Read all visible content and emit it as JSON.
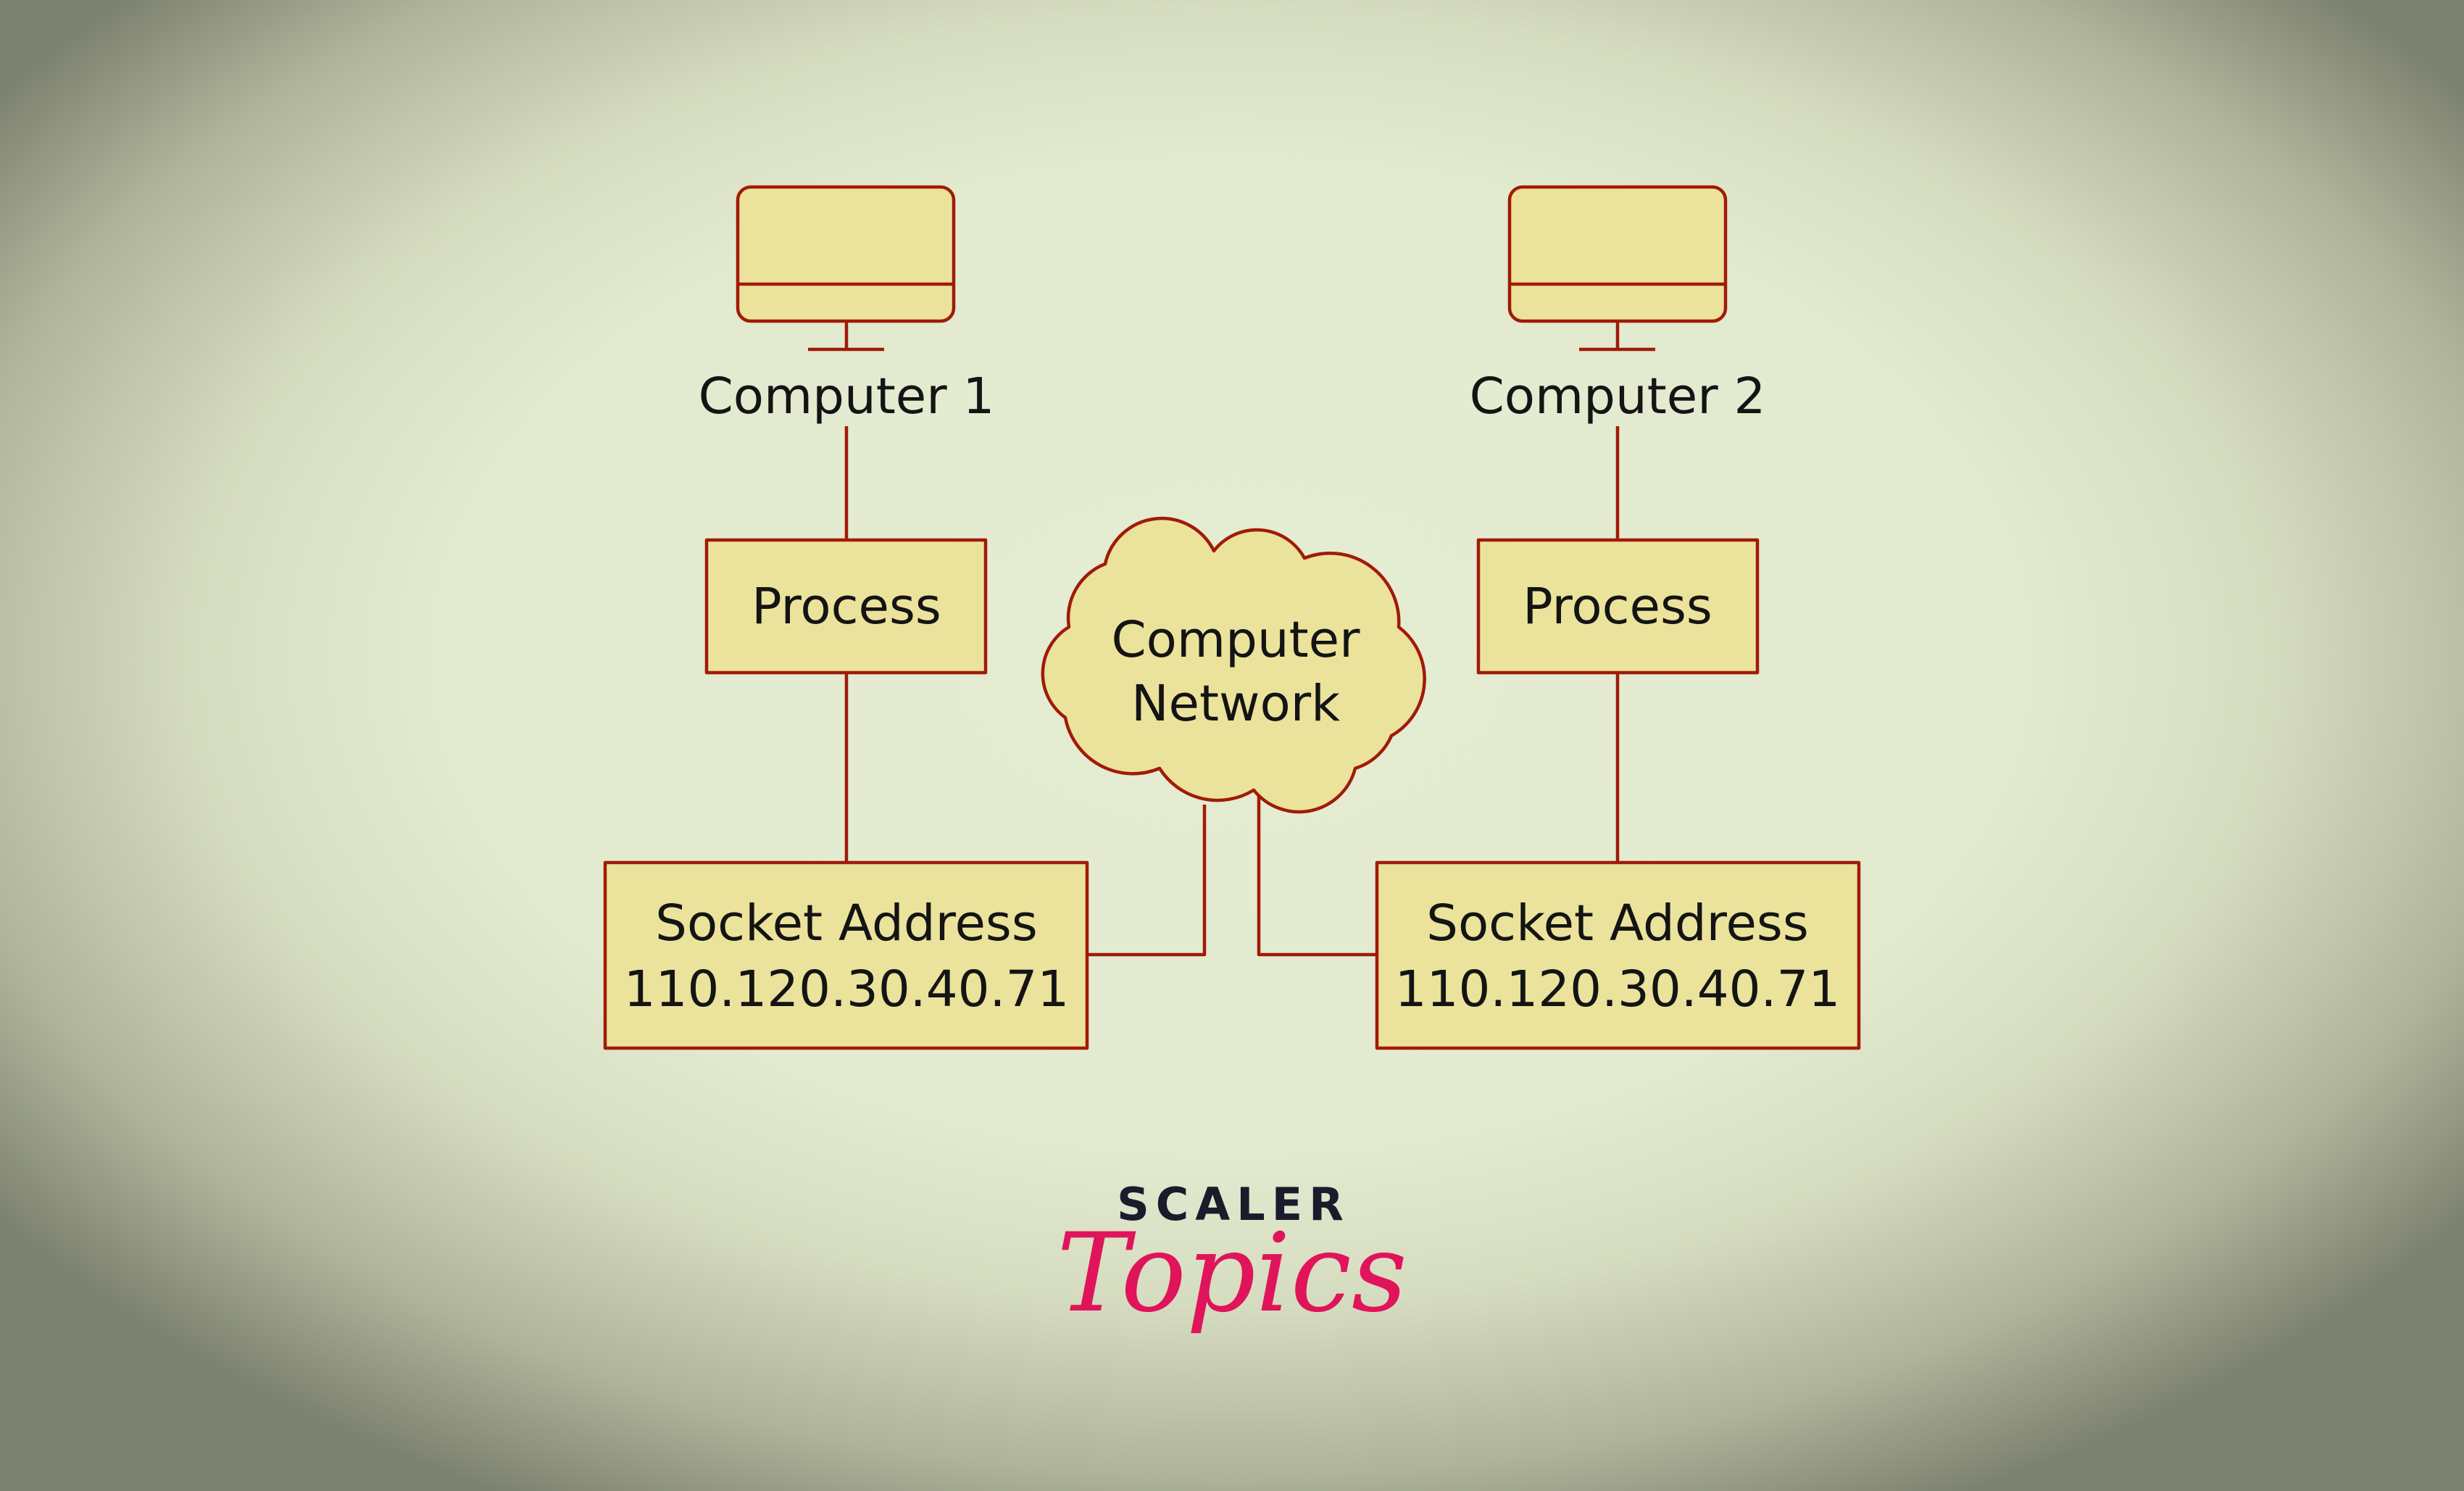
{
  "colors": {
    "stroke": "#a11a08",
    "fill": "#ebe39c",
    "text": "#141414",
    "brand_dark": "#1a1b2b",
    "brand_pink": "#e0145a"
  },
  "diagram": {
    "computers": [
      {
        "label": "Computer 1",
        "icon": "monitor-icon"
      },
      {
        "label": "Computer 2",
        "icon": "monitor-icon"
      }
    ],
    "processes": [
      {
        "label": "Process"
      },
      {
        "label": "Process"
      }
    ],
    "sockets": [
      {
        "title": "Socket Address",
        "address": "110.120.30.40.71"
      },
      {
        "title": "Socket Address",
        "address": "110.120.30.40.71"
      }
    ],
    "network": {
      "line1": "Computer",
      "line2": "Network",
      "icon": "cloud-icon"
    }
  },
  "logo": {
    "top": "SCALER",
    "bottom": "Topics"
  }
}
